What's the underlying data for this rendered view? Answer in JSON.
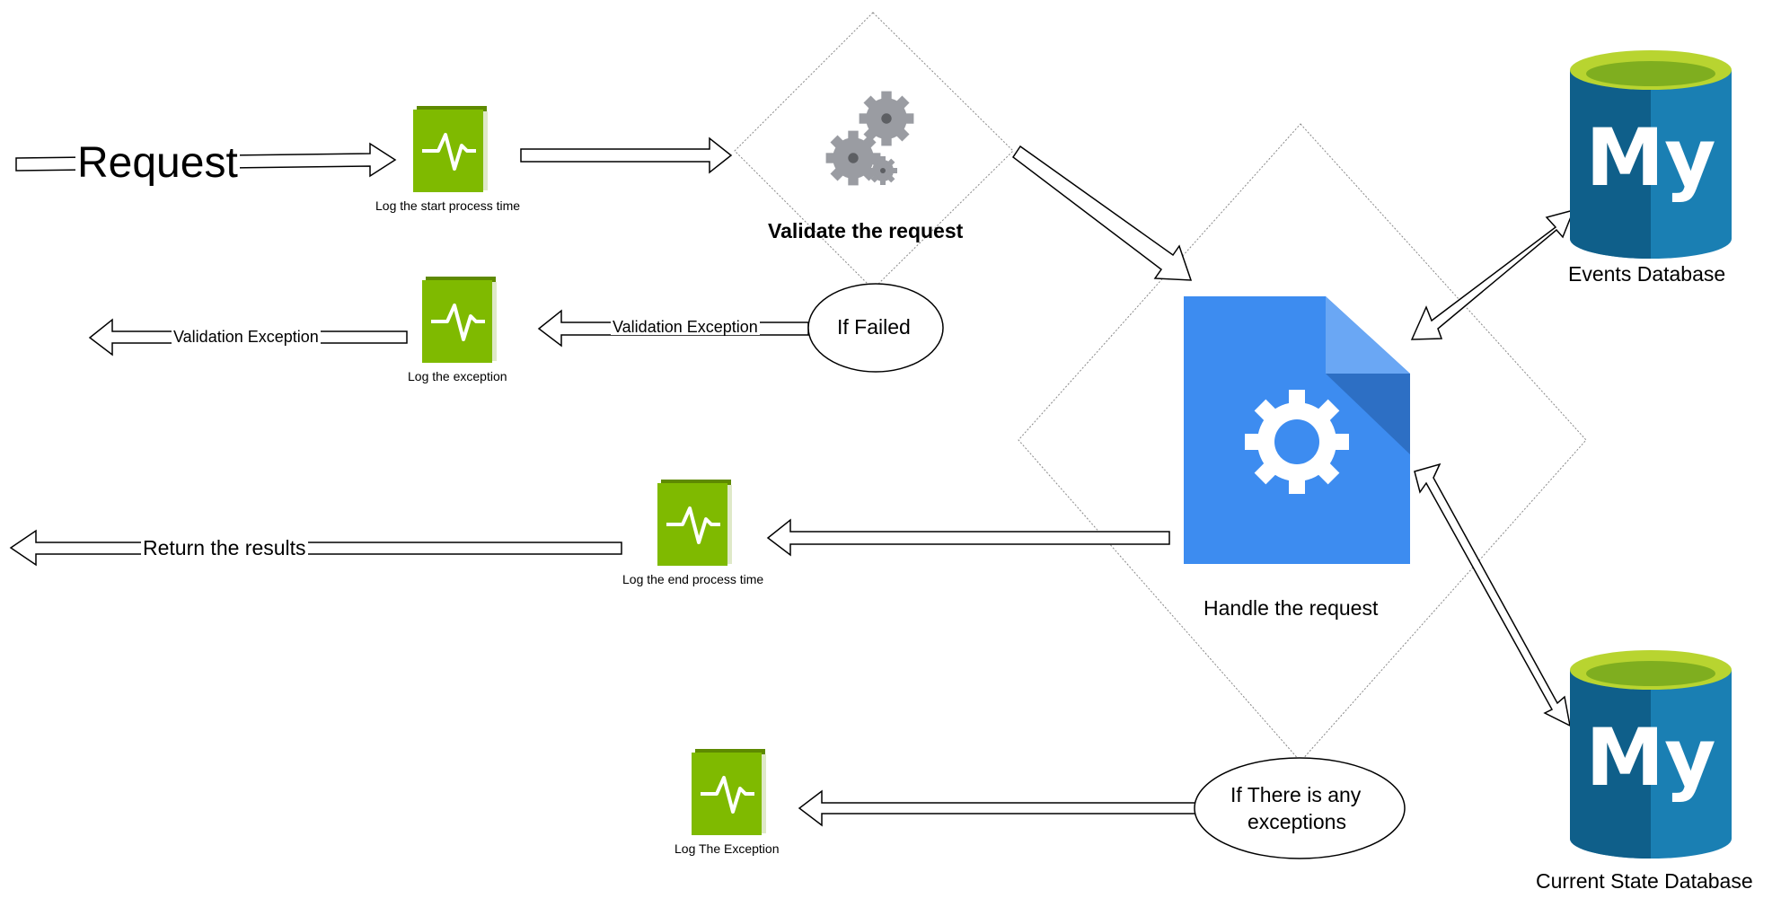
{
  "diagram": {
    "request_label": "Request",
    "validate_label": "Validate the request",
    "if_failed_label": "If Failed",
    "validation_exception_label": "Validation Exception",
    "handle_label": "Handle the request",
    "events_db_label": "Events Database",
    "current_state_db_label": "Current State Database",
    "return_results_label": "Return the results",
    "if_exceptions_line1": "If There is any",
    "if_exceptions_line2": "exceptions",
    "db_logo_text": "My",
    "logs": {
      "start": "Log the start process time",
      "exception": "Log the exception",
      "end": "Log the end process time",
      "final_exception": "Log The Exception"
    }
  },
  "colors": {
    "log_book_green": "#7fba00",
    "document_blue": "#3d8cf0",
    "db_blue": "#1a7fb3",
    "db_top_green": "#b8d430",
    "gear_grey": "#9a9ca2"
  },
  "icons": [
    "log-book-icon",
    "gears-icon",
    "document-gear-icon",
    "mysql-database-icon"
  ]
}
